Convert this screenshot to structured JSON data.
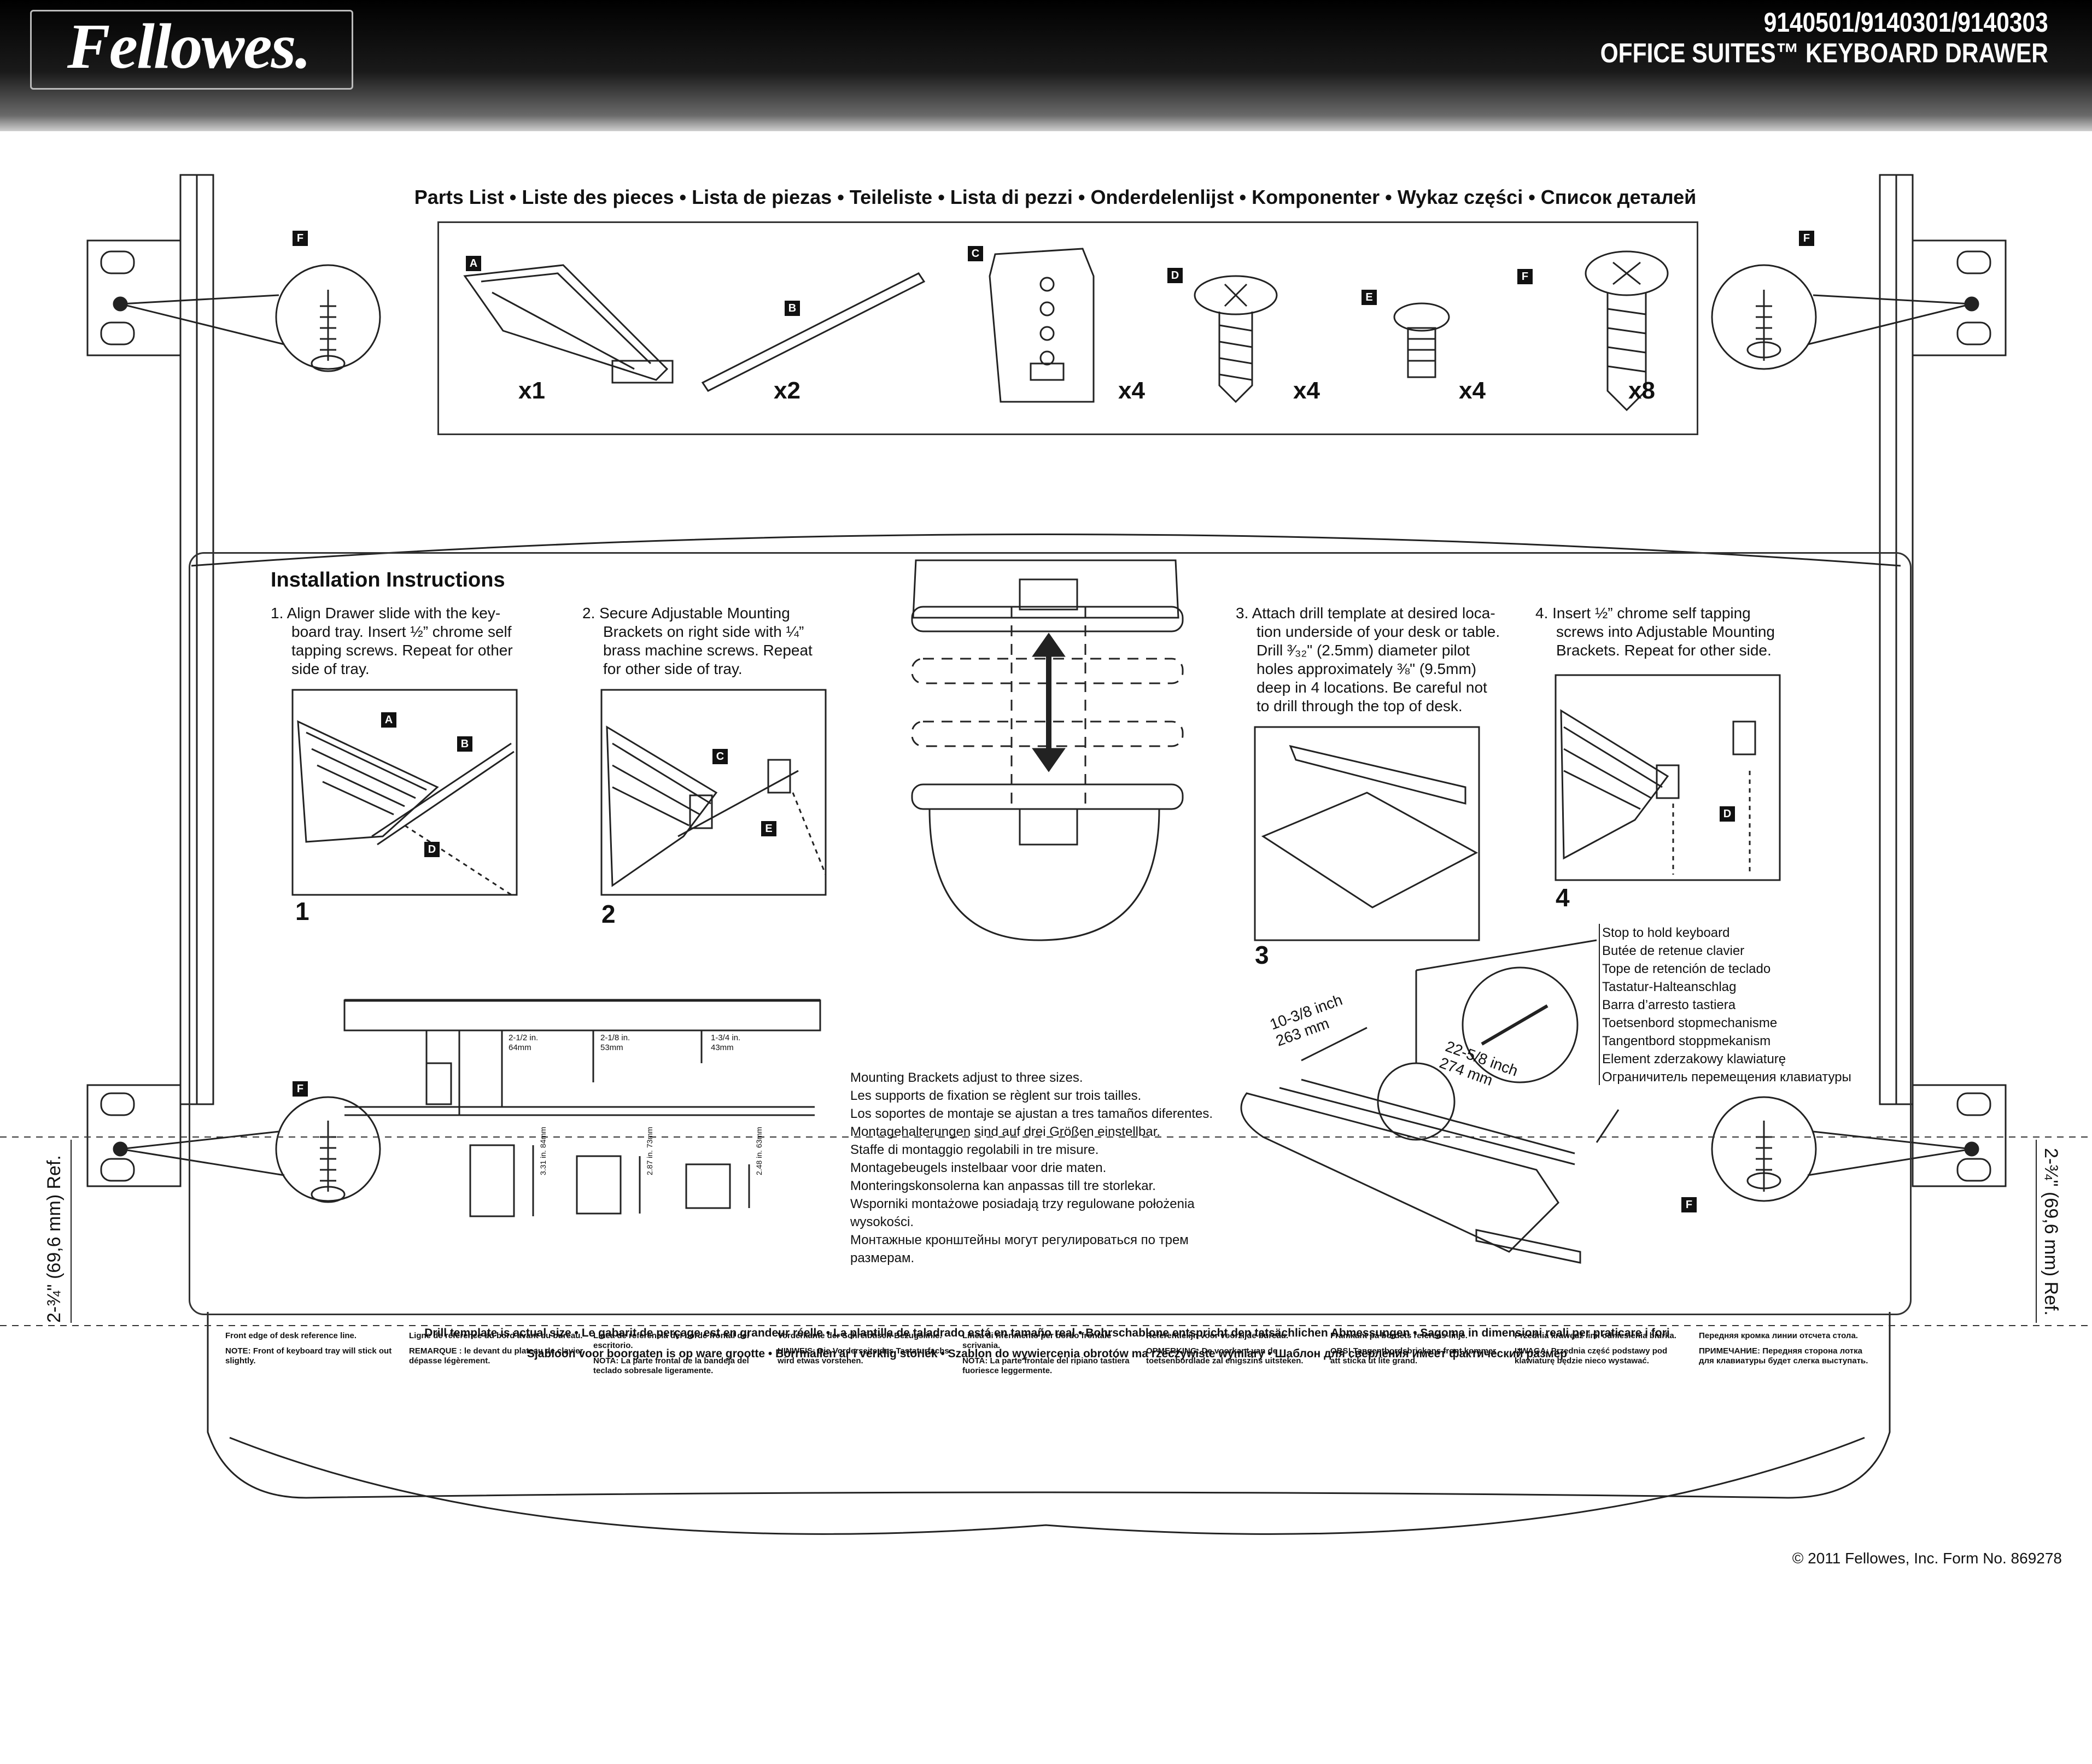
{
  "header": {
    "brand": "Fellowes.",
    "model_numbers": "9140501/9140301/9140303",
    "product_name": "OFFICE SUITES™ KEYBOARD DRAWER"
  },
  "parts": {
    "title": "Parts List • Liste des pieces • Lista de piezas • Teileliste • Lista di pezzi • Onderdelenlijst • Komponenter • Wykaz części • Список деталей",
    "items": [
      {
        "letter": "A",
        "qty": "x1"
      },
      {
        "letter": "B",
        "qty": "x2"
      },
      {
        "letter": "C",
        "qty": "x4"
      },
      {
        "letter": "D",
        "qty": "x4"
      },
      {
        "letter": "E",
        "qty": "x4"
      },
      {
        "letter": "F",
        "qty": "x8"
      }
    ]
  },
  "callout_letter": "F",
  "instructions": {
    "title": "Installation Instructions",
    "steps": [
      {
        "num": "1",
        "lines": [
          "1.  Align Drawer slide with the key-",
          "board tray. Insert ½” chrome self",
          "tapping screws. Repeat for other",
          "side of tray."
        ]
      },
      {
        "num": "2",
        "lines": [
          "2.  Secure Adjustable Mounting",
          "Brackets on right side with ¼”",
          "brass machine screws. Repeat",
          "for other side of tray."
        ]
      },
      {
        "num": "3",
        "lines": [
          "3.  Attach drill template at desired loca-",
          "tion underside of your desk or table.",
          "Drill ³⁄₃₂\" (2.5mm) diameter pilot",
          "holes approximately ⅜\" (9.5mm)",
          "deep in 4 locations. Be careful not",
          "to drill through the top of desk."
        ]
      },
      {
        "num": "4",
        "lines": [
          "4.  Insert ½” chrome self tapping",
          "screws into Adjustable Mounting",
          "Brackets. Repeat for other side."
        ]
      }
    ],
    "step1_labels": [
      "A",
      "B",
      "D"
    ],
    "step2_labels": [
      "C",
      "E"
    ],
    "step4_labels": [
      "D"
    ]
  },
  "dimensions": {
    "heights": [
      {
        "inch": "2-1/2 in.",
        "mm": "64mm"
      },
      {
        "inch": "2-1/8 in.",
        "mm": "53mm"
      },
      {
        "inch": "1-3/4 in.",
        "mm": "43mm"
      }
    ],
    "bracket_sizes": [
      {
        "inch": "3.31 in.",
        "mm": "84mm"
      },
      {
        "inch": "2.87 in.",
        "mm": "73mm"
      },
      {
        "inch": "2.48 in.",
        "mm": "63mm"
      }
    ],
    "width_label": "10-3/8 inch",
    "width_mm": "263 mm",
    "depth_label": "22-5/8 inch",
    "depth_mm": "274 mm"
  },
  "mounting_note": [
    "Mounting Brackets adjust to three sizes.",
    "Les supports de fixation se règlent sur trois tailles.",
    "Los soportes de montaje se ajustan a tres tamaños diferentes.",
    "Montagehalterungen sind auf drei Größen einstellbar.",
    "Staffe di montaggio regolabili in tre misure.",
    "Montagebeugels instelbaar voor drie maten.",
    "Monteringskonsolerna kan anpassas till tre storlekar.",
    "Wsporniki montażowe posiadają trzy regulowane położenia wysokości.",
    "Монтажные кронштейны могут регулироваться по трем размерам."
  ],
  "stop_note": [
    "Stop to hold keyboard",
    "Butée de retenue clavier",
    "Tope de retención de teclado",
    "Tastatur-Halteanschlag",
    "Barra d’arresto tastiera",
    "Toetsenbord stopmechanisme",
    "Tangentbord stoppmekanism",
    "Element zderzakowy klawiaturę",
    "Ограничитель перемещения клавиатуры"
  ],
  "template_note": {
    "line1": "Drill template is actual size   •   Le gabarit de perçage est en grandeur réelle   •   La plantilla de taladrado está en tamaño real   •   Bohrschablone entspricht den tatsächlichen Abmessungen   •   Sagoma in dimensioni reali per praticare i fori",
    "line2": "Sjabloon voor boorgaten is op ware grootte   •   Borrmallen är i verklig storlek   •   Szablon do wywiercenia obrotów ma rzeczywiste wymiary   •   Шаблон для сверления имеет фактический размер"
  },
  "side_reference": "2-¾\" (69,6 mm) Ref.",
  "reference_notes": [
    {
      "title": "Front edge of desk reference line.",
      "note": "NOTE: Front of keyboard tray will stick out slightly."
    },
    {
      "title": "Ligne de référence du bord avant du bureau.",
      "note": "REMARQUE : le devant du plateau de clavier dépasse légèrement."
    },
    {
      "title": "Línea de referencia del borde frontal del escritorio.",
      "note": "NOTA: La parte frontal de la bandeja del teclado sobresale ligeramente."
    },
    {
      "title": "Vorderkante der Schreibtisch-Bezugslinie.",
      "note": "HINWEIS: Die Vorderseite des Tastaturfachs wird etwas vorstehen."
    },
    {
      "title": "Linea di riferimento per bordo frontale scrivania.",
      "note": "NOTA: La parte frontale del ripiano tastiera fuoriesce leggermente."
    },
    {
      "title": "Referentielijn voor voorzijde bureau.",
      "note": "OPMERKING: De voorkant van de toetsenbordlade zal enigszins uitsteken."
    },
    {
      "title": "Framkant på bordets referens-linje.",
      "note": "OBS! Tangentbordsbrickans front kommer att sticka ut lite grand."
    },
    {
      "title": "Przednia krawędź linii odniesienia biurka.",
      "note": "UWAGA: Przednia część podstawy pod klawiaturę będzie nieco wystawać."
    },
    {
      "title": "Передняя кромка линии отсчета стола.",
      "note": "ПРИМЕЧАНИЕ: Передняя сторона лотка для клавиатуры будет слегка выступать."
    }
  ],
  "copyright": "© 2011 Fellowes, Inc. Form No. 869278"
}
